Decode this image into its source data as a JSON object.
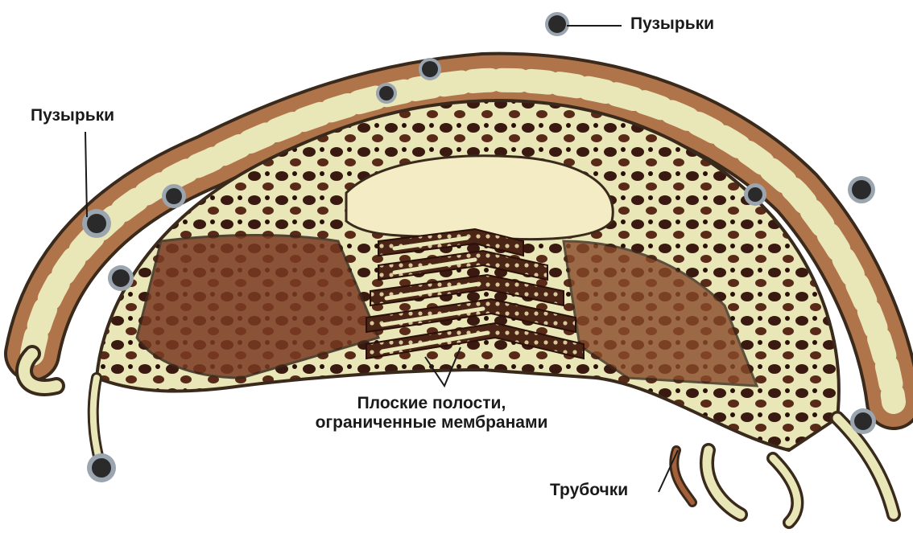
{
  "labels": {
    "vesicles_top": "Пузырьки",
    "vesicles_left": "Пузырьки",
    "flat_cavities_line1": "Плоские полости,",
    "flat_cavities_line2": "ограниченные мембранами",
    "tubules": "Трубочки"
  },
  "colors": {
    "background": "#ffffff",
    "membrane_light": "#e9e6b8",
    "membrane_outline": "#3a2a1c",
    "cavity_dark": "#5a2a18",
    "tube_brown": "#a5603a",
    "vesicle": "#2a2a2a",
    "vesicle_spikes": "#9aa5b0",
    "lumen": "#f3ecc4"
  }
}
